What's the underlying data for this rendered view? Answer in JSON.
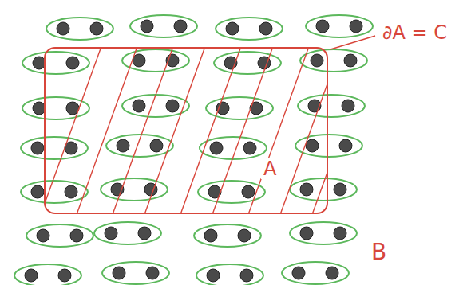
{
  "diagram": {
    "nodes": [
      {
        "text": [
          "A"
        ]
      }
    ],
    "labels": [
      "∂A = C",
      "B"
    ]
  }
}
